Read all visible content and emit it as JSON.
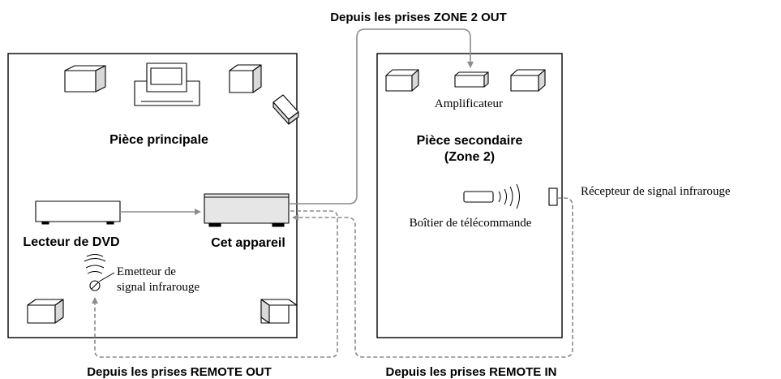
{
  "labels": {
    "zone2_out": "Depuis les prises ZONE 2 OUT",
    "main_room": "Pièce principale",
    "secondary_room_line1": "Pièce secondaire",
    "secondary_room_line2": "(Zone 2)",
    "amplifier": "Amplificateur",
    "ir_receiver": "Récepteur de signal infrarouge",
    "remote_control": "Boîtier de télécommande",
    "dvd_player": "Lecteur de DVD",
    "this_unit": "Cet appareil",
    "ir_emitter_line1": "Emetteur de",
    "ir_emitter_line2": "signal infrarouge",
    "remote_out": "Depuis les prises REMOTE OUT",
    "remote_in": "Depuis les prises REMOTE IN"
  },
  "colors": {
    "line": "#000000",
    "wire": "#8c8c8c",
    "device_fill": "#ffffff",
    "device_shade": "#d9d9d9",
    "amp_body": "#e6e6e6"
  },
  "icons": [
    "speaker-icon",
    "tv-icon",
    "amplifier-icon",
    "dvd-player-icon",
    "ir-emitter-icon",
    "remote-control-icon",
    "ir-receiver-icon"
  ]
}
